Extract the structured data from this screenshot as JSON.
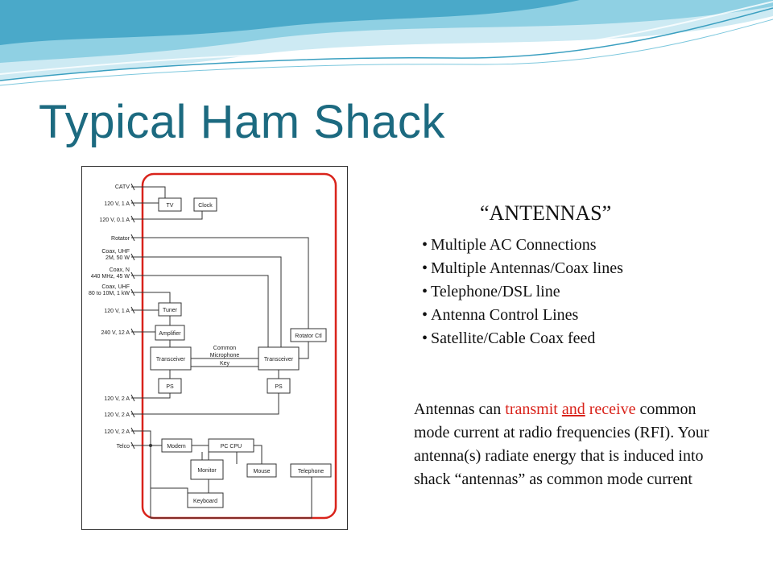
{
  "title": "Typical Ham Shack",
  "antennas_heading": "“ANTENNAS”",
  "bullets": [
    "Multiple AC Connections",
    "Multiple Antennas/Coax lines",
    "Telephone/DSL line",
    "Antenna Control Lines",
    "Satellite/Cable Coax feed"
  ],
  "paragraph": {
    "p1": "Antennas can ",
    "transmit": "transmit",
    "p2": " ",
    "and": "and",
    "p3": " ",
    "receive": "receive",
    "p4": " common mode current at radio frequencies (RFI). Your antenna(s) radiate energy that is induced into shack “antennas” as common mode current"
  },
  "diagram": {
    "inputs": {
      "catv": "CATV",
      "ac1": "120 V, 1 A",
      "ac01": "120 V, 0.1 A",
      "rotator": "Rotator",
      "coax_uhf_1a": "Coax, UHF",
      "coax_uhf_1b": "2M, 50 W",
      "coax_n_a": "Coax, N",
      "coax_n_b": "440 MHz, 45 W",
      "coax_uhf_2a": "Coax, UHF",
      "coax_uhf_2b": "80 to 10M, 1 kW",
      "ac2": "120 V, 1 A",
      "ac240": "240 V, 12 A",
      "ac3": "120 V, 2 A",
      "ac4": "120 V, 2 A",
      "ac5": "120 V, 2 A",
      "telco": "Telco"
    },
    "boxes": {
      "tv": "TV",
      "clock": "Clock",
      "tuner": "Tuner",
      "amplifier": "Amplifier",
      "rotator_ctl": "Rotator Ctl",
      "transceiver1": "Transceiver",
      "transceiver2": "Transceiver",
      "ps1": "PS",
      "ps2": "PS",
      "modem": "Modem",
      "pc_cpu": "PC CPU",
      "monitor": "Monitor",
      "mouse": "Mouse",
      "telephone": "Telephone",
      "keyboard": "Keyboard"
    },
    "common_label_1": "Common",
    "common_label_2": "Microphone",
    "common_label_3": "Key"
  },
  "colors": {
    "title": "#1c6a80",
    "boundary": "#d9231b",
    "emphasis": "#d9231b",
    "wave_dark": "#3a9fc0",
    "wave_light": "#a9dbea"
  }
}
